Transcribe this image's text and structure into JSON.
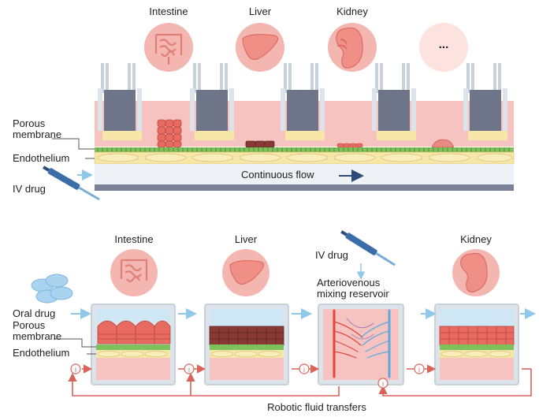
{
  "top": {
    "organs": [
      "Intestine",
      "Liver",
      "Kidney"
    ],
    "more_symbol": "...",
    "labels": {
      "porous_membrane": "Porous\nmembrane",
      "endothelium": "Endothelium",
      "iv_drug": "IV drug",
      "continuous_flow": "Continuous flow"
    }
  },
  "bottom": {
    "organs": [
      "Intestine",
      "Liver",
      "Kidney"
    ],
    "labels": {
      "oral_drug": "Oral drug",
      "porous_membrane": "Porous\nmembrane",
      "endothelium": "Endothelium",
      "iv_drug": "IV drug",
      "reservoir": "Arteriovenous\nmixing reservoir",
      "robotic_transfers": "Robotic fluid transfers",
      "pump_symbol": "i"
    }
  },
  "colors": {
    "tissue_pink": "#f6c3c0",
    "organ_circle": "#f4b6b0",
    "membrane_green": "#7ec05a",
    "endothelium_yellow": "#f6e7a8",
    "flow_blue": "#8fc8e8",
    "insert_slate": "#6f7589",
    "arrow_red": "#d9645a",
    "frame_gray": "#c9d2db"
  }
}
